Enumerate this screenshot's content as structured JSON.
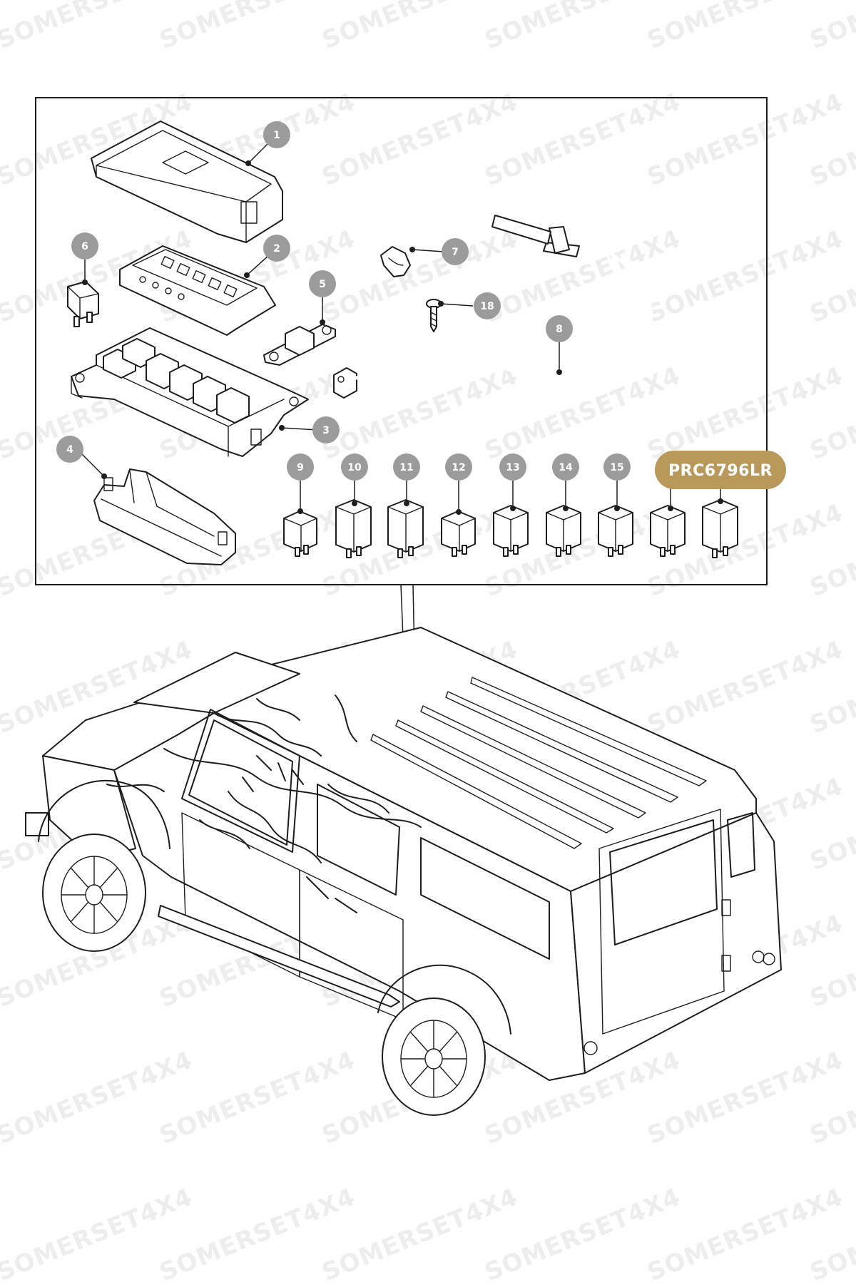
{
  "watermark_text": "SOMERSET4X4",
  "callouts": [
    {
      "id": "c1",
      "label": "1"
    },
    {
      "id": "c2",
      "label": "2"
    },
    {
      "id": "c3",
      "label": "3"
    },
    {
      "id": "c4",
      "label": "4"
    },
    {
      "id": "c5",
      "label": "5"
    },
    {
      "id": "c6",
      "label": "6"
    },
    {
      "id": "c7",
      "label": "7"
    },
    {
      "id": "c8",
      "label": "8"
    },
    {
      "id": "c9",
      "label": "9"
    },
    {
      "id": "c10",
      "label": "10"
    },
    {
      "id": "c11",
      "label": "11"
    },
    {
      "id": "c12",
      "label": "12"
    },
    {
      "id": "c13",
      "label": "13"
    },
    {
      "id": "c14",
      "label": "14"
    },
    {
      "id": "c15",
      "label": "15"
    },
    {
      "id": "c18",
      "label": "18"
    }
  ],
  "highlighted_part": {
    "label": "PRC6796LR",
    "color": "#b8995a"
  },
  "colors": {
    "callout_fill": "#9b9b9b",
    "line": "#1d1d1d",
    "watermark": "#ededed"
  }
}
